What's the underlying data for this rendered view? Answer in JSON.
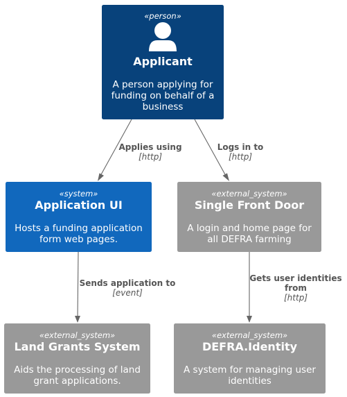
{
  "colors": {
    "person": "#08427B",
    "system": "#1168BD",
    "external_system": "#999999",
    "edge": "#666666",
    "edge_text": "#555555"
  },
  "nodes": {
    "applicant": {
      "stereotype": "«person»",
      "title": "Applicant",
      "desc": [
        "A person applying for",
        "funding on behalf of a",
        "business"
      ],
      "icon": "person-icon"
    },
    "application_ui": {
      "stereotype": "«system»",
      "title": "Application UI",
      "desc": [
        "Hosts a funding application",
        "form web pages."
      ]
    },
    "single_front_door": {
      "stereotype": "«external_system»",
      "title": "Single Front Door",
      "desc": [
        "A login and home page for",
        "all DEFRA farming"
      ]
    },
    "land_grants": {
      "stereotype": "«external_system»",
      "title": "Land Grants System",
      "desc": [
        "Aids the processing of land",
        "grant applications."
      ]
    },
    "defra_identity": {
      "stereotype": "«external_system»",
      "title": "DEFRA.Identity",
      "desc": [
        "A system for managing user",
        "identities"
      ]
    }
  },
  "edges": {
    "applies_using": {
      "label": [
        "Applies using"
      ],
      "tech": "[http]"
    },
    "logs_in_to": {
      "label": [
        "Logs in to"
      ],
      "tech": "[http]"
    },
    "sends_application_to": {
      "label": [
        "Sends application to"
      ],
      "tech": "[event]"
    },
    "gets_user_identities": {
      "label": [
        "Gets user identities",
        "from"
      ],
      "tech": "[http]"
    }
  }
}
